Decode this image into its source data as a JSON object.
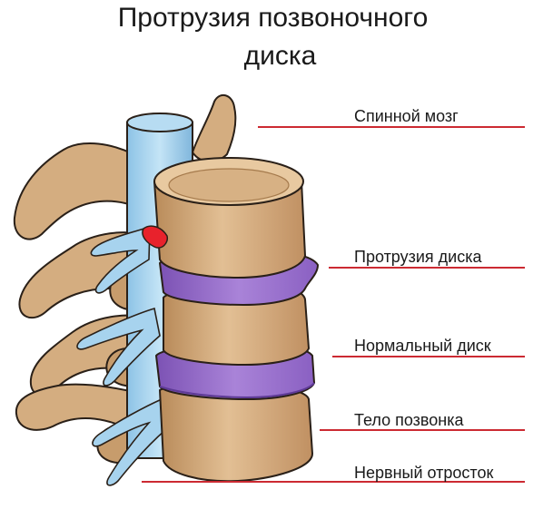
{
  "title": {
    "line1": "Протрузия позвоночного",
    "line2": "диска"
  },
  "labels": [
    {
      "id": "spinal-cord",
      "text": "Спинной мозг"
    },
    {
      "id": "disc-protrusion",
      "text": "Протрузия диска"
    },
    {
      "id": "normal-disc",
      "text": "Нормальный диск"
    },
    {
      "id": "vertebral-body",
      "text": "Тело позвонка"
    },
    {
      "id": "nerve-process",
      "text": "Нервный отросток"
    }
  ],
  "colors": {
    "bone": "#d9b48a",
    "bone_shadow": "#a57a4c",
    "bone_light": "#eccfa6",
    "disc": "#9b6fcc",
    "disc_dark": "#5e3a96",
    "cord": "#a7d3ee",
    "cord_dark": "#5a98c4",
    "protrusion": "#e8222c",
    "leader_line": "#cc2a32",
    "outline": "#2a2018"
  }
}
